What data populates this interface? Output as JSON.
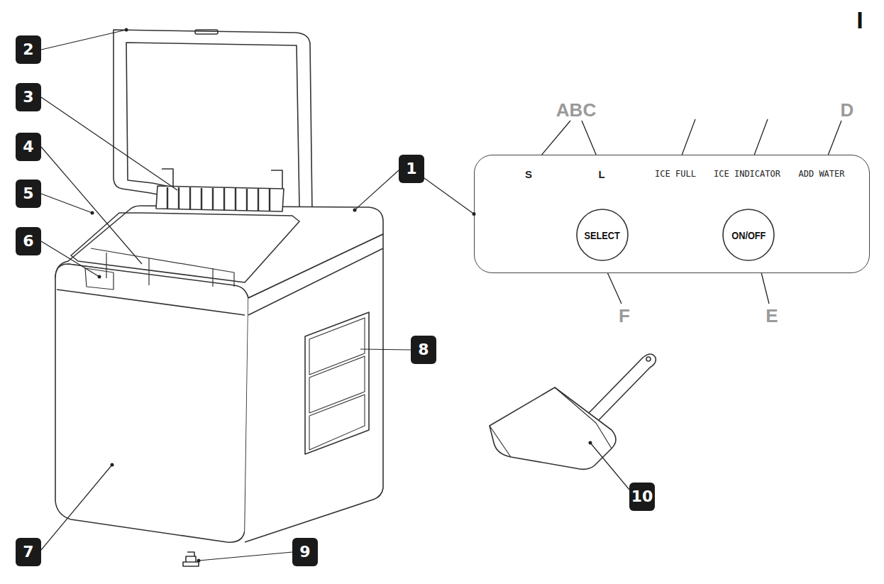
{
  "diagram": {
    "nodes": [
      {
        "text": [
          "2"
        ]
      },
      {
        "text": [
          "3"
        ]
      },
      {
        "text": [
          "4"
        ]
      },
      {
        "text": [
          "1"
        ]
      },
      {
        "text": []
      },
      {
        "text": [
          "SELECT"
        ],
        "in": 4
      },
      {
        "text": [
          "ON/OFF"
        ],
        "in": 4
      },
      {
        "text": [
          "5"
        ]
      },
      {
        "text": [
          "6"
        ]
      },
      {
        "text": [
          "8"
        ]
      },
      {
        "text": [
          "10"
        ]
      },
      {
        "text": [
          "7"
        ]
      },
      {
        "text": [
          "9"
        ]
      }
    ],
    "edges": [
      {
        "from": 3,
        "to": 4,
        "arrow": "none"
      }
    ],
    "labels": [
      "I",
      "ABC",
      "S",
      "L",
      "ICE FULL",
      "ICE INDICATOR",
      "ADD WATER",
      "D",
      "F",
      "E"
    ]
  }
}
